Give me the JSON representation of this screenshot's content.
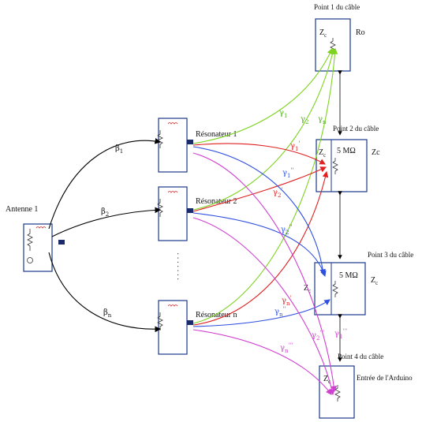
{
  "colors": {
    "box_stroke": "#1a3a8a",
    "black": "#000000",
    "green": "#7ed321",
    "red": "#e02020",
    "blue": "#2f4fe0",
    "magenta": "#d040d0",
    "connector": "#1a2a6a"
  },
  "antenna": {
    "label": "Antenne 1"
  },
  "resonators": [
    {
      "label": "Résonateur 1"
    },
    {
      "label": "Résonateur 2"
    },
    {
      "label": "Résonateur n"
    }
  ],
  "ellipsis": "·······",
  "beta": [
    {
      "sym": "β",
      "sub": "1"
    },
    {
      "sym": "β",
      "sub": "2"
    },
    {
      "sym": "β",
      "sub": "n"
    }
  ],
  "cable_points": [
    {
      "title": "Point 1 du câble",
      "zc": "Z",
      "zc_sub": "c",
      "extra": "Ro"
    },
    {
      "title": "Point 2 du câble",
      "zc": "Z",
      "zc_sub": "c",
      "mohm": "5 MΩ",
      "extra": "Zc"
    },
    {
      "title": "Point 3 du câble",
      "zc": "Z",
      "zc_sub": "c",
      "mohm": "5 MΩ",
      "extra": "Z",
      "extra_sub": "c"
    },
    {
      "title": "Point 4 du câble",
      "zc": "Z",
      "zc_sub": "c",
      "extra": "Entrée de l'Arduino"
    }
  ],
  "gammas": {
    "g1": {
      "sym": "γ",
      "sub": "1"
    },
    "g2": {
      "sym": "γ",
      "sub": "2"
    },
    "gn": {
      "sym": "γ",
      "sub": "n"
    },
    "g1p": {
      "sym": "γ",
      "sub": "1",
      "sup": "'"
    },
    "g2p": {
      "sym": "γ",
      "sub": "2",
      "sup": "'"
    },
    "gnp": {
      "sym": "γ",
      "sub": "n",
      "sup": "'"
    },
    "g1pp": {
      "sym": "γ",
      "sub": "1",
      "sup": "''"
    },
    "g2pp": {
      "sym": "γ",
      "sub": "2",
      "sup": "''"
    },
    "gnpp": {
      "sym": "γ",
      "sub": "n",
      "sup": "''"
    },
    "g1ppp": {
      "sym": "γ",
      "sub": "1",
      "sup": "'''"
    },
    "g2ppp": {
      "sym": "γ",
      "sub": "2",
      "sup": "'''"
    },
    "gnppp": {
      "sym": "γ",
      "sub": "n",
      "sup": "'''"
    }
  }
}
